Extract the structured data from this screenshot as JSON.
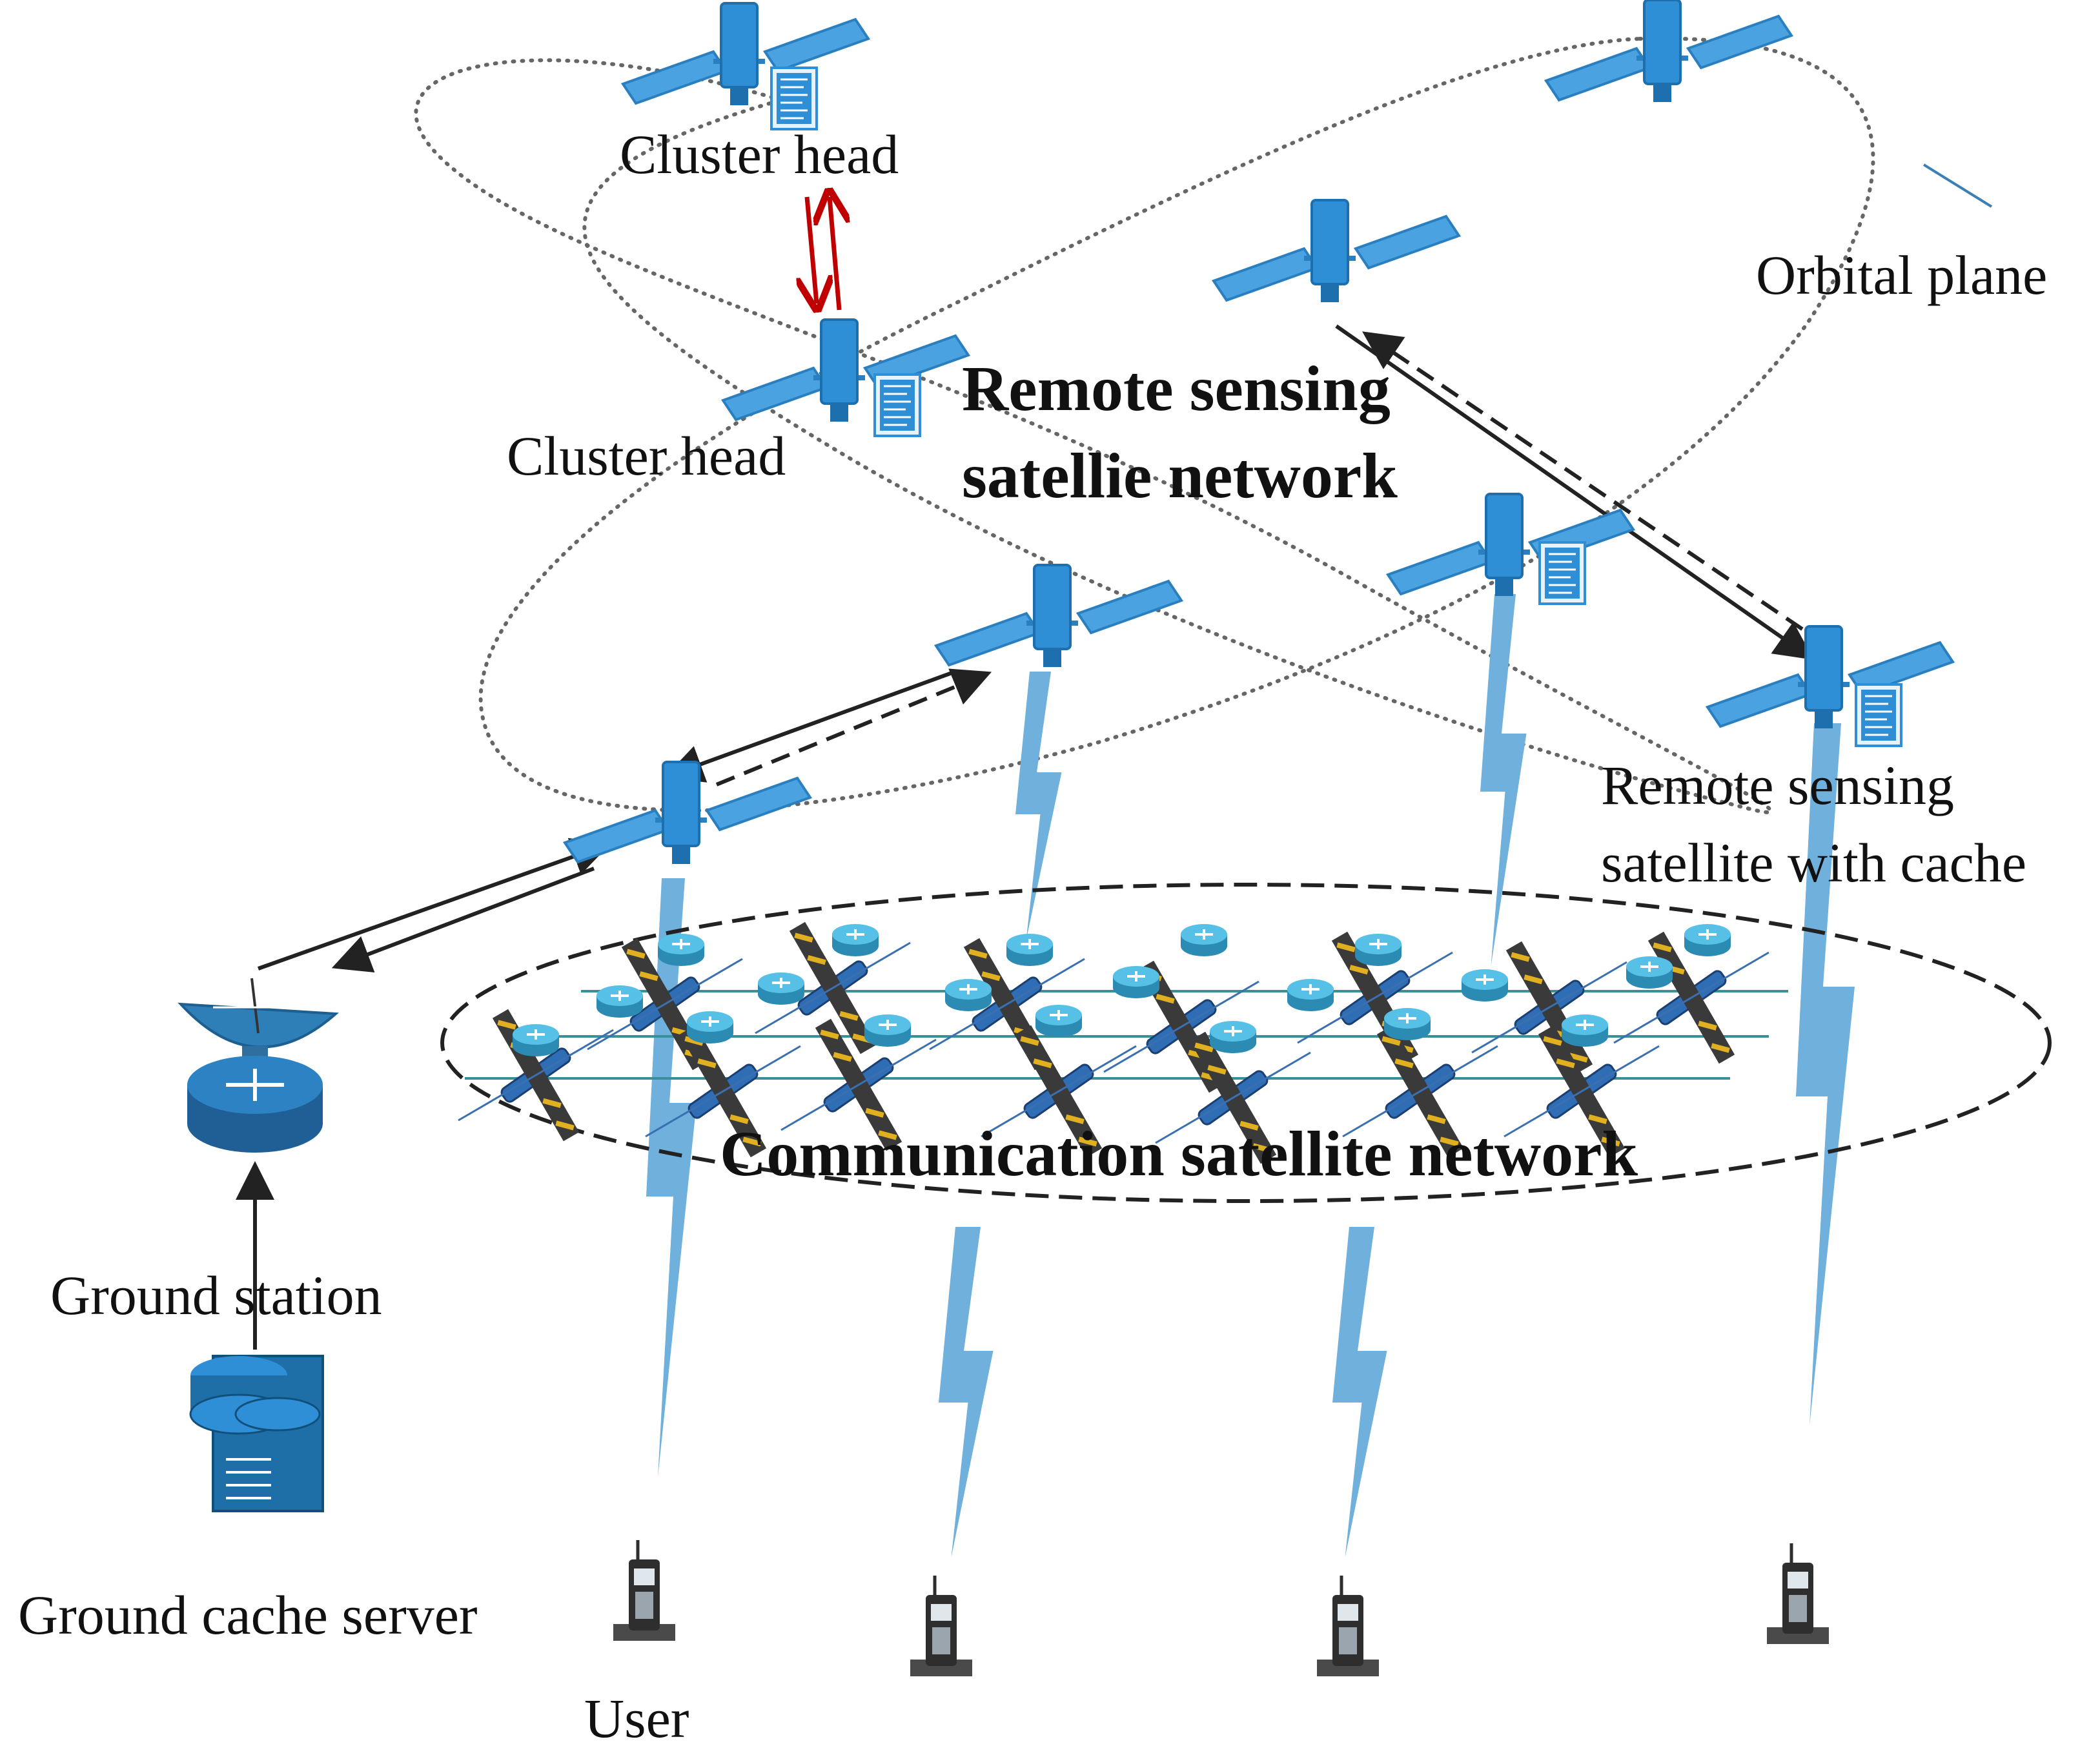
{
  "labels": {
    "cluster_head_top": "Cluster head",
    "cluster_head_mid": "Cluster head",
    "orbital_plane": "Orbital plane",
    "remote_network_line1": "Remote sensing",
    "remote_network_line2": "satellie network",
    "remote_cache_line1": "Remote sensing",
    "remote_cache_line2": "satellite with cache",
    "communication_network": "Communication satellite network",
    "ground_station": "Ground station",
    "ground_cache_server": "Ground cache server",
    "user": "User"
  },
  "colors": {
    "satellite_blue": "#2f8fd6",
    "panel_blue": "#4aa3e0",
    "lightning_blue": "#6fb0dc",
    "cluster_link_red": "#c00000",
    "arrow_dark": "#222222",
    "orbit_dots": "#666666",
    "router_teal": "#3aa7c9",
    "server_blue": "#1e6fa8"
  },
  "icons": [
    "remote-sensing-satellite-icon",
    "cache-storage-icon",
    "communication-satellite-icon",
    "router-icon",
    "satellite-dish-icon",
    "database-server-icon",
    "phone-terminal-icon",
    "lightning-link-icon"
  ]
}
